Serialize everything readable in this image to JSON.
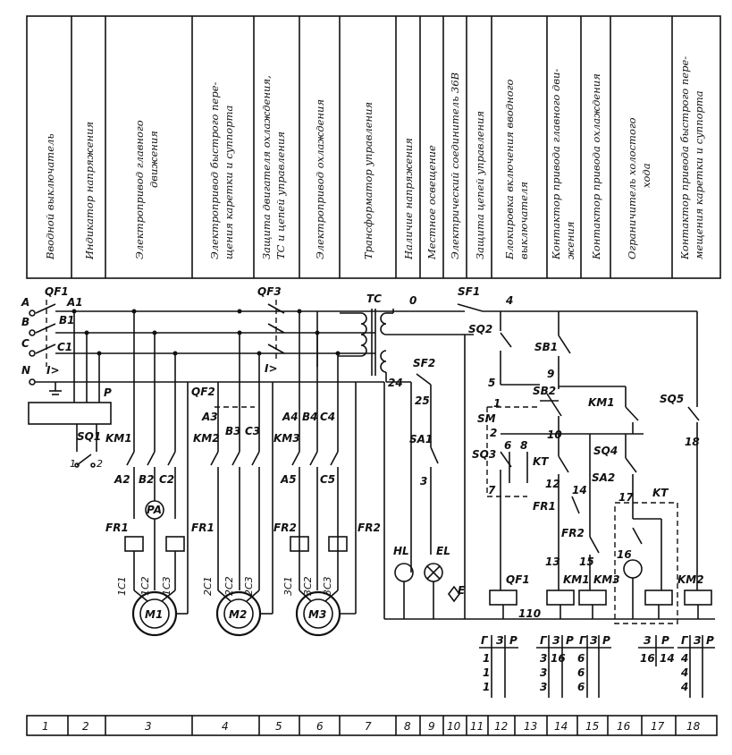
{
  "header_columns": [
    "Вводной выключатель",
    "Индикатор напряжения",
    "Электропривод главного движения",
    "Электропривод быстрого перемещения каретки и суппорта",
    "Защита двигателя охлаждения, ТС и цепей управления",
    "Электропривод охлаждения",
    "Трансформатор управления",
    "Наличие напряжения",
    "Местное освещение",
    "Электрический соединитель 36В",
    "Защита цепей управления",
    "Блокировка включения вводного выключателя",
    "Контактор привода главного движения",
    "Контактор привода охлаждения",
    "Ограничитель холостого хода",
    "Контактор привода быстрого перемещения каретки и суппорта"
  ],
  "labels": {
    "phase_a": "A",
    "phase_b": "B",
    "phase_c": "C",
    "neutral": "N",
    "qf1": "QF1",
    "a1": "A1",
    "b1": "B1",
    "c1": "C1",
    "trip1": "I>",
    "p": "P",
    "sq1": "SQ1",
    "sq1_1": "1",
    "sq1_2": "2",
    "km1_a": "KM1",
    "a2": "A2",
    "b2": "B2",
    "c2": "C2",
    "pa": "PA",
    "fr1_a": "FR1",
    "fr1_b": "FR1",
    "c1_1": "1C1",
    "c1_2": "1C2",
    "c1_3": "1C3",
    "m1": "M1",
    "qf2": "QF2",
    "a3": "A3",
    "b3": "B3",
    "c3": "C3",
    "km2_a": "KM2",
    "c2_1": "2C1",
    "c2_2": "2C2",
    "c2_3": "2C3",
    "m2": "M2",
    "qf3": "QF3",
    "trip3": "I>",
    "a4": "A4",
    "b4": "B4",
    "c4": "C4",
    "km3_a": "KM3",
    "a5": "A5",
    "c5": "C5",
    "fr2_a": "FR2",
    "fr2_b": "FR2",
    "c3_1": "3C1",
    "c3_2": "3C2",
    "c3_3": "3C3",
    "m3": "M3",
    "tc": "TC",
    "n0": "0",
    "n24": "24",
    "sf2": "SF2",
    "n25": "25",
    "sa1": "SA1",
    "n3": "3",
    "hl": "HL",
    "el": "EL",
    "e": "E",
    "sf1": "SF1",
    "n4": "4",
    "sq2": "SQ2",
    "sb1": "SB1",
    "n9": "9",
    "n5": "5",
    "n1": "1",
    "sb2": "SB2",
    "km1_b": "KM1",
    "sq5": "SQ5",
    "sm": "SM",
    "n2": "2",
    "n10": "10",
    "n18": "18",
    "n6": "6",
    "n8": "8",
    "sq3": "SQ3",
    "kt_a": "KT",
    "sq4": "SQ4",
    "n12": "12",
    "sa2": "SA2",
    "n7": "7",
    "n14": "14",
    "n17": "17",
    "kt_b": "KT",
    "fr1_c": "FR1",
    "fr2_c": "FR2",
    "n16": "16",
    "n15": "15",
    "n13": "13",
    "qf1_coil": "QF1",
    "km1_coil": "KM1",
    "km3_coil": "KM3",
    "km2_coil": "KM2",
    "n110": "110"
  },
  "contact_tables": [
    {
      "heads": [
        "Г",
        "З",
        "Р"
      ],
      "rows": [
        [
          "1",
          "",
          ""
        ],
        [
          "1",
          "",
          ""
        ],
        [
          "1",
          "",
          ""
        ]
      ]
    },
    {
      "heads": [
        "Г",
        "З",
        "Р"
      ],
      "rows": [
        [
          "3",
          "16",
          ""
        ],
        [
          "3",
          "",
          ""
        ],
        [
          "3",
          "",
          ""
        ]
      ]
    },
    {
      "heads": [
        "Г",
        "З",
        "Р"
      ],
      "rows": [
        [
          "6",
          "",
          ""
        ],
        [
          "6",
          "",
          ""
        ],
        [
          "6",
          "",
          ""
        ]
      ]
    },
    {
      "heads": [
        "З",
        "Р"
      ],
      "rows": [
        [
          "16",
          "14"
        ]
      ]
    },
    {
      "heads": [
        "Г",
        "З",
        "Р"
      ],
      "rows": [
        [
          "4",
          "",
          ""
        ],
        [
          "4",
          "",
          ""
        ],
        [
          "4",
          "",
          ""
        ]
      ]
    }
  ],
  "zones": [
    "1",
    "2",
    "3",
    "4",
    "5",
    "6",
    "7",
    "8",
    "9",
    "10",
    "11",
    "12",
    "13",
    "14",
    "15",
    "16",
    "17",
    "18"
  ]
}
